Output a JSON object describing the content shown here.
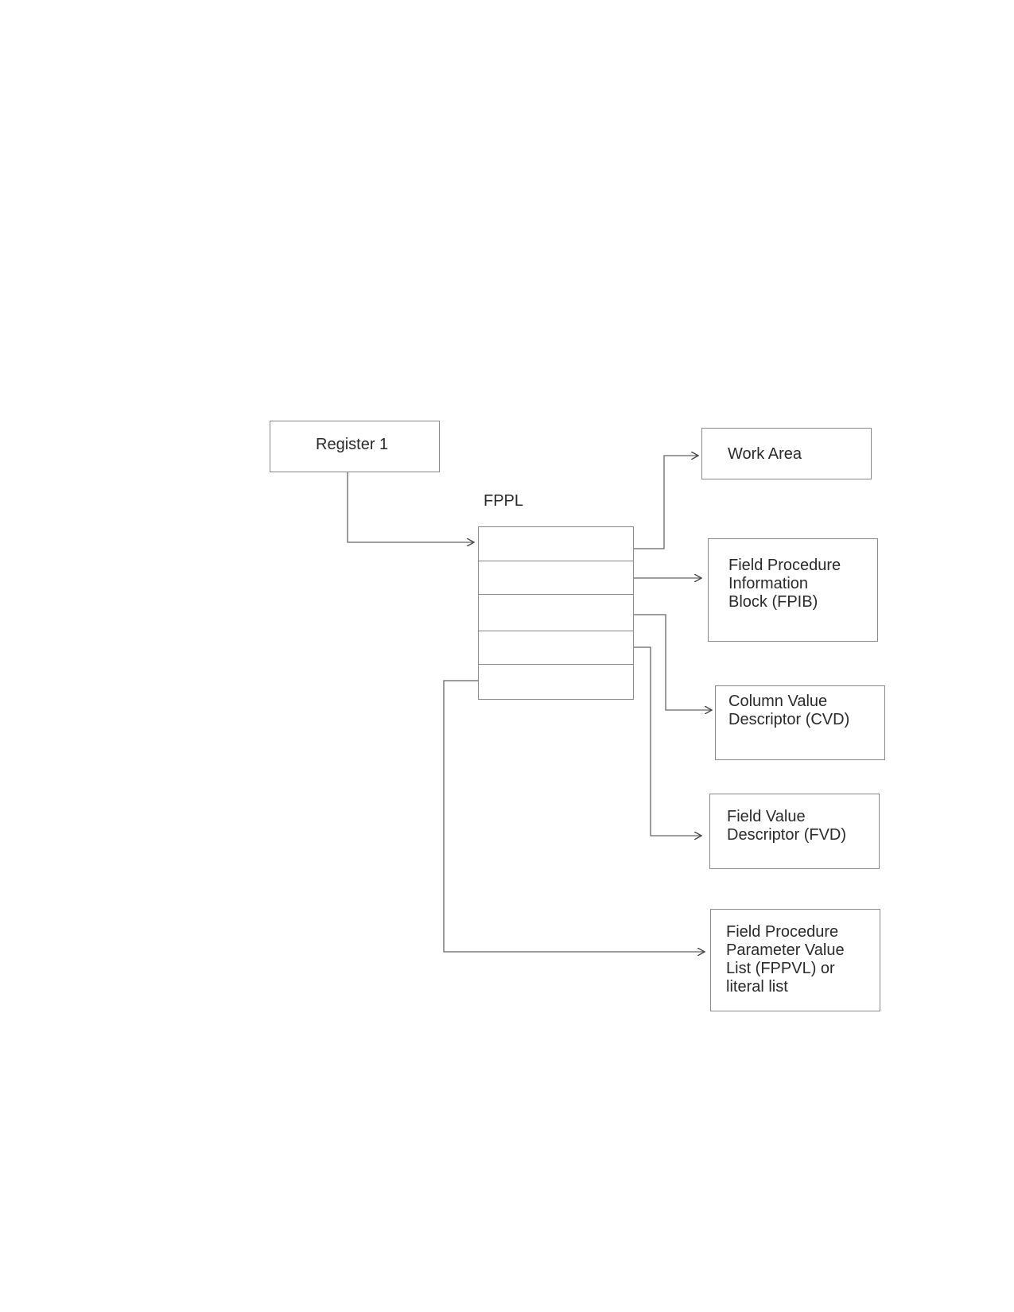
{
  "diagram": {
    "register": {
      "label": "Register 1"
    },
    "fppl": {
      "label": "FPPL",
      "rows": 5
    },
    "targets": {
      "work_area": "Work Area",
      "fpib": "Field Procedure\nInformation\nBlock (FPIB)",
      "cvd": "Column Value\nDescriptor (CVD)",
      "fvd": "Field Value\nDescriptor (FVD)",
      "fppvl": "Field Procedure\nParameter Value\nList (FPPVL) or\nliteral list"
    }
  }
}
